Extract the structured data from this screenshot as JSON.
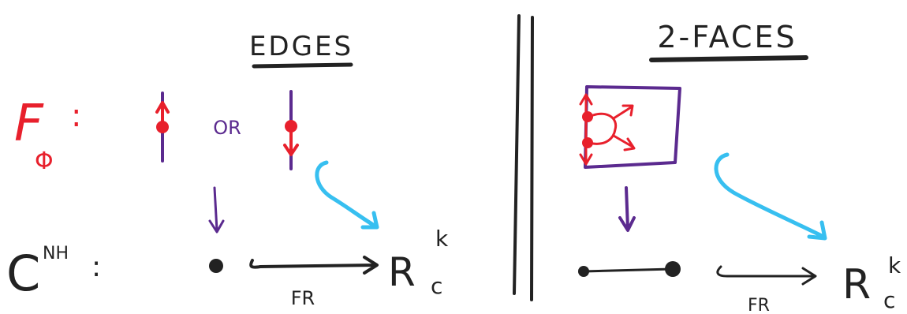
{
  "sections": {
    "edges_title": "EDGES",
    "faces_title": "2-FACES"
  },
  "left": {
    "f_label": "F",
    "phi_sub": "Φ",
    "colon": ":",
    "or_text": "OR",
    "c_label": "C",
    "nh_sup": "NH",
    "c_colon": ":",
    "fr_label": "FR",
    "r_label": "R",
    "r_sub": "c",
    "r_sup": "k"
  },
  "right": {
    "fr_label": "FR",
    "r_label": "R",
    "r_sub": "c",
    "r_sup": "k"
  },
  "colors": {
    "red": "#e8202c",
    "purple": "#5b2a8f",
    "blue": "#37bff0",
    "black": "#222222"
  }
}
